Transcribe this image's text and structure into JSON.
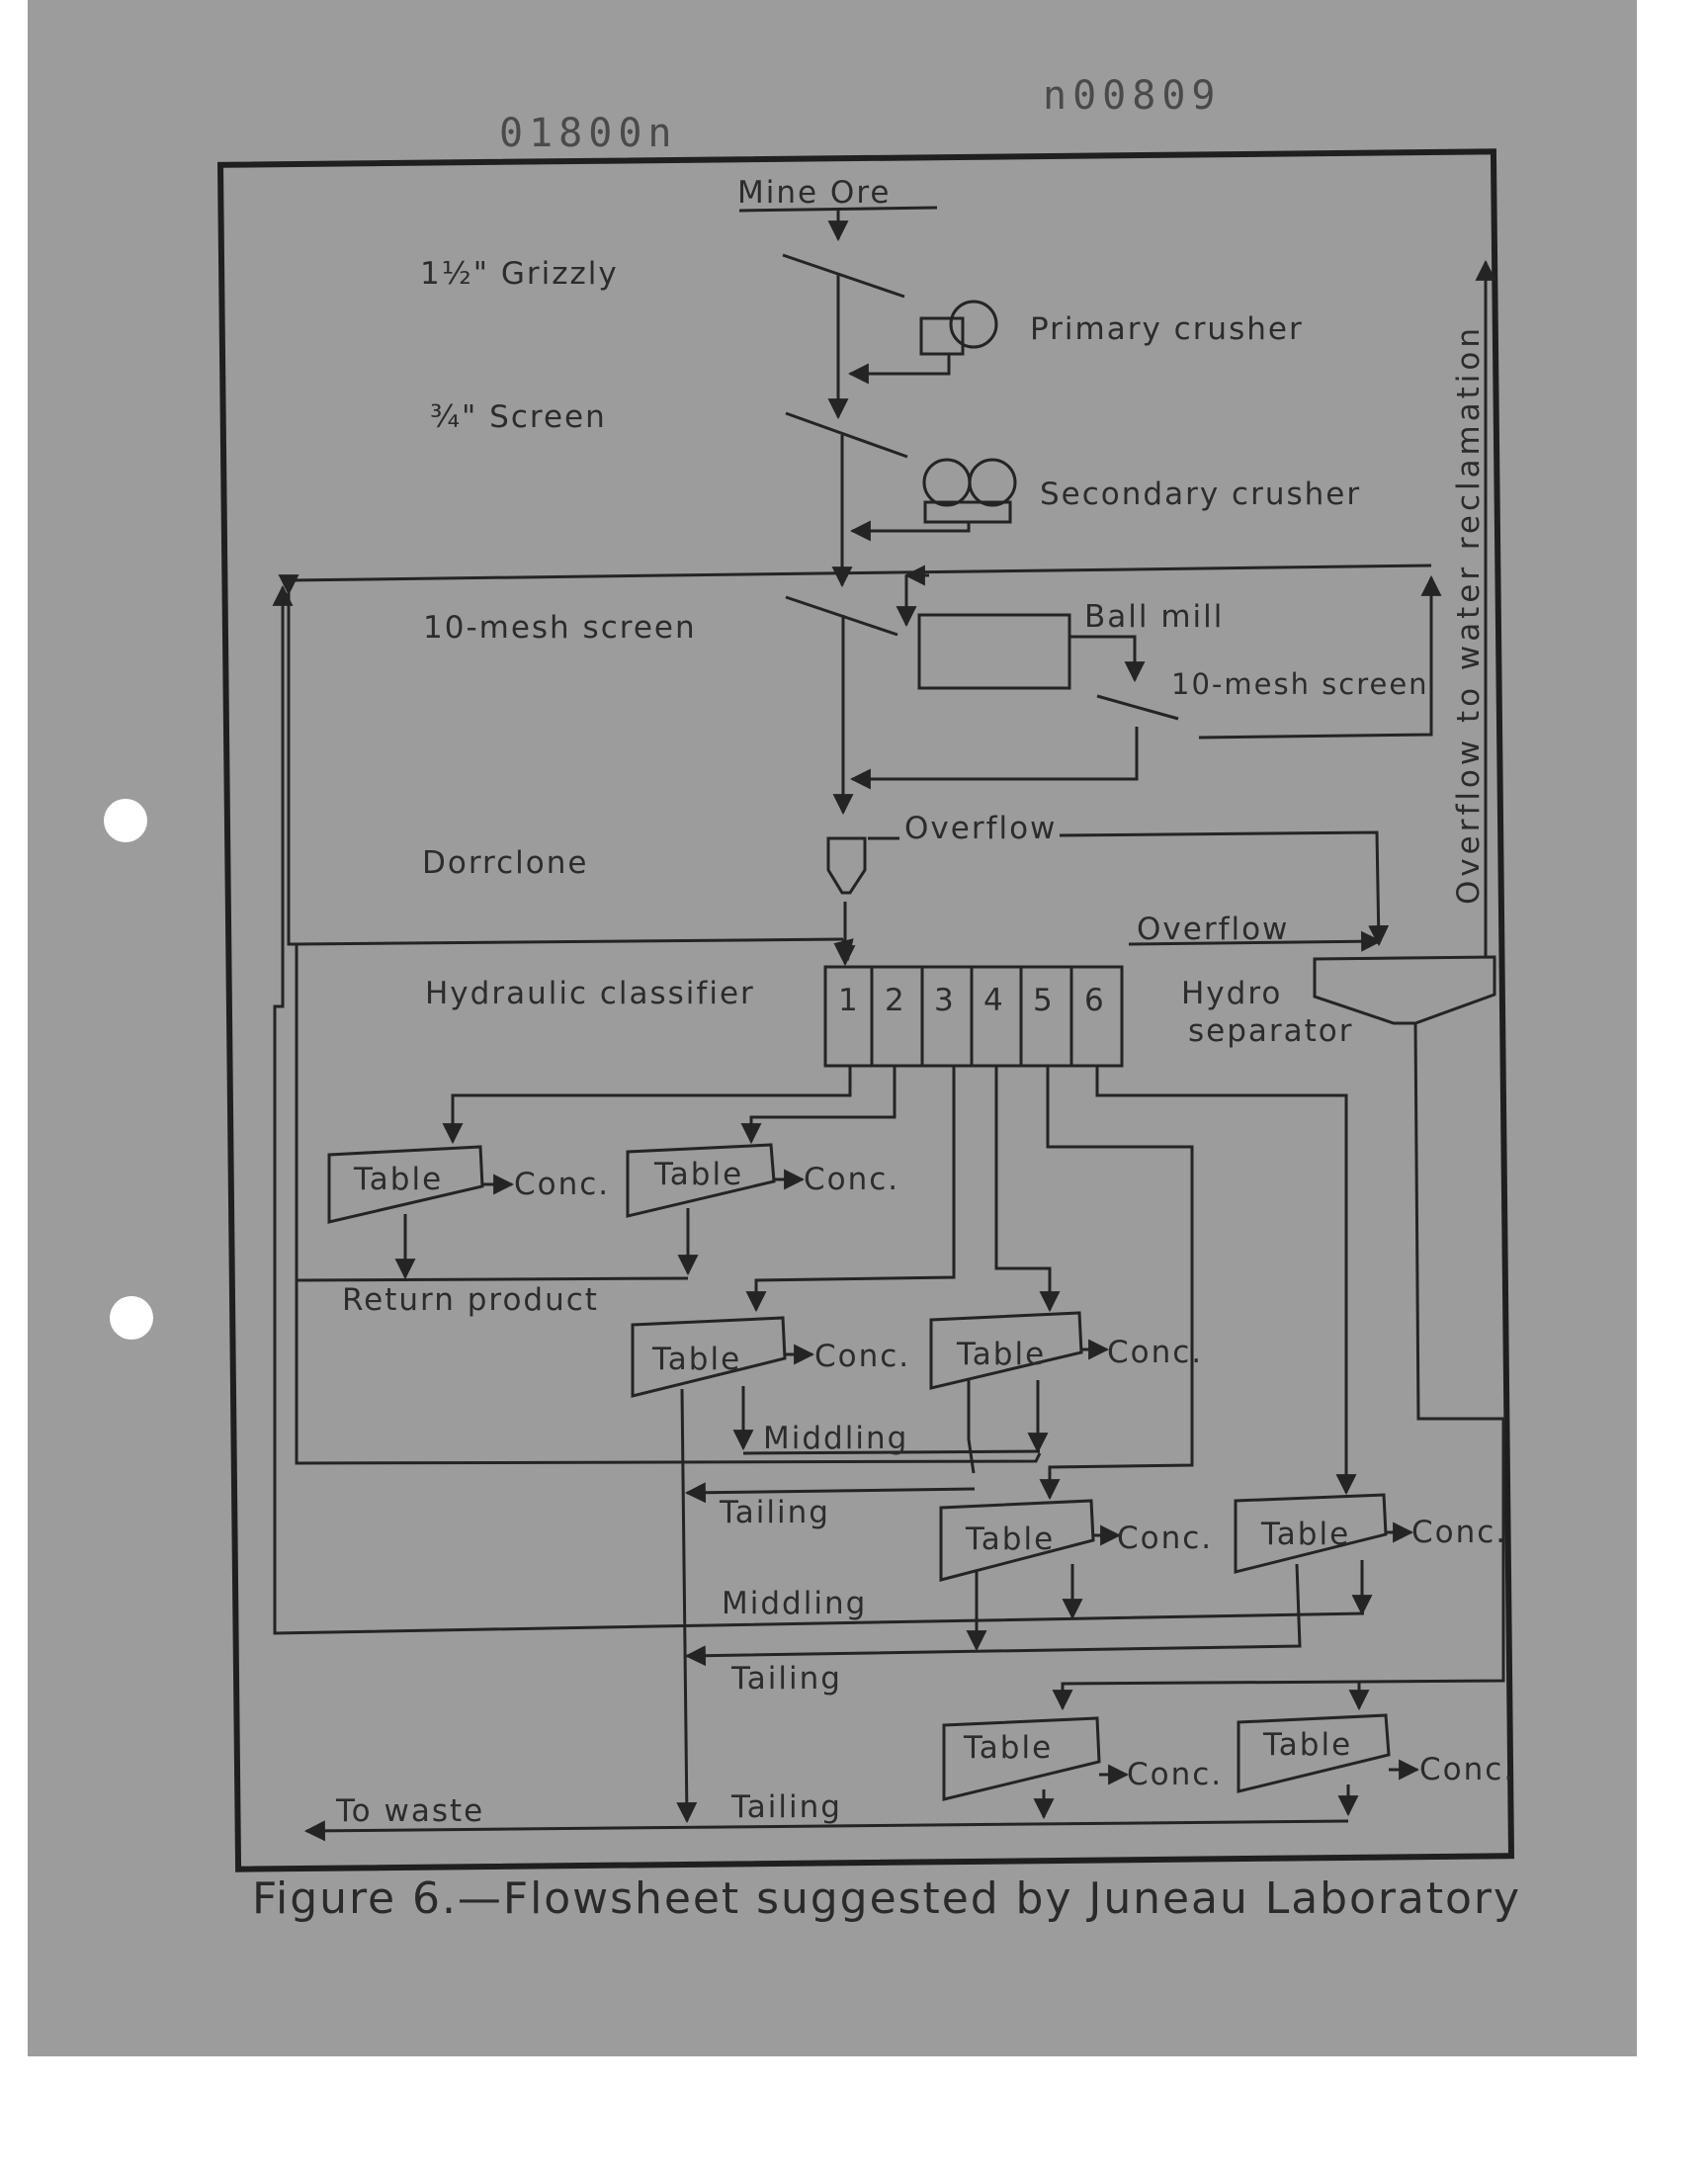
{
  "stamps": {
    "left": "01800n",
    "right": "n00809"
  },
  "labels": {
    "mine_ore": "Mine Ore",
    "grizzly": "1½\" Grizzly",
    "primary_crusher": "Primary crusher",
    "screen_3_4": "¾\" Screen",
    "secondary_crusher": "Secondary crusher",
    "mesh_screen_1": "10-mesh screen",
    "ball_mill": "Ball mill",
    "mesh_screen_2": "10-mesh screen",
    "dorrclone": "Dorrclone",
    "overflow_1": "Overflow",
    "overflow_2": "Overflow",
    "overflow_water": "Overflow to water reclamation",
    "hydraulic_classifier": "Hydraulic classifier",
    "hydro": "Hydro",
    "separator": "separator",
    "return_product": "Return product",
    "middling_1": "Middling",
    "middling_2": "Middling",
    "tailing_1": "Tailing",
    "tailing_2": "Tailing",
    "tailing_3": "Tailing",
    "to_waste": "To waste"
  },
  "classifier_cells": [
    "1",
    "2",
    "3",
    "4",
    "5",
    "6"
  ],
  "tables": [
    {
      "label": "Table",
      "conc": "Conc."
    },
    {
      "label": "Table",
      "conc": "Conc."
    },
    {
      "label": "Table",
      "conc": "Conc."
    },
    {
      "label": "Table",
      "conc": "Conc."
    },
    {
      "label": "Table",
      "conc": "Conc."
    },
    {
      "label": "Table",
      "conc": "Conc."
    },
    {
      "label": "Table",
      "conc": "Conc."
    },
    {
      "label": "Table",
      "conc": "Conc."
    }
  ],
  "caption": "Figure 6.—Flowsheet suggested by Juneau Laboratory"
}
